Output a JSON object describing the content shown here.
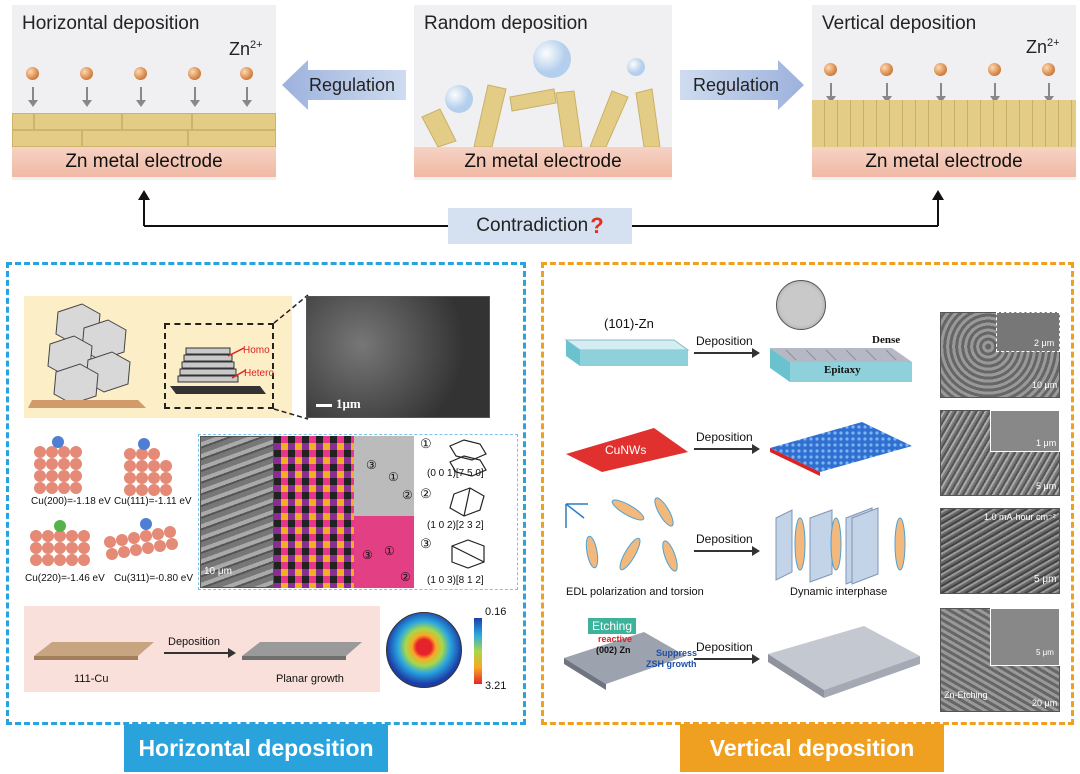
{
  "top": {
    "horizontal_title": "Horizontal deposition",
    "random_title": "Random deposition",
    "vertical_title": "Vertical deposition",
    "electrode_label": "Zn metal electrode",
    "ion_label": "Zn",
    "ion_charge": "2+",
    "regulation_label": "Regulation",
    "contradiction_label": "Contradiction",
    "contradiction_mark": "?"
  },
  "left": {
    "homo": "Homo",
    "hetero": "Hetero",
    "scale_1": "1μm",
    "cu200": "Cu(200)=-1.18 eV",
    "cu111": "Cu(111)=-1.11 eV",
    "cu220": "Cu(220)=-1.46 eV",
    "cu311": "Cu(311)=-0.80 eV",
    "scale_10": "10 μm",
    "idx1": "(0 0 1)[7 5 0]",
    "idx2": "(1 0 2)[2 3 2]",
    "idx3": "(1 0 3)[8 1 2]",
    "circ1": "①",
    "circ2": "②",
    "circ3": "③",
    "deposition": "Deposition",
    "cu_111": "111-Cu",
    "planar": "Planar growth",
    "cbar_max": "0.16",
    "cbar_min": "3.21",
    "label": "Horizontal deposition"
  },
  "right": {
    "zn101": "(101)-Zn",
    "deposition": "Deposition",
    "dense": "Dense",
    "epitaxy": "Epitaxy",
    "s2um": "2 μm",
    "s10um": "10 μm",
    "cunws": "CuNWs",
    "s1um": "1 μm",
    "s5um": "5 μm",
    "edl": "EDL polarization and torsion",
    "dynamic": "Dynamic interphase",
    "current": "1.0 mA·hour cm⁻²",
    "s5um_b": "5 μm",
    "etching": "Etching",
    "reactive": "reactive",
    "zn002": "(002) Zn",
    "suppress": "Suppress",
    "zsh": "ZSH growth",
    "zn_etching": "Zn-Etching",
    "s5um_c": "5 μm",
    "s20um": "20 μm",
    "label": "Vertical deposition"
  }
}
